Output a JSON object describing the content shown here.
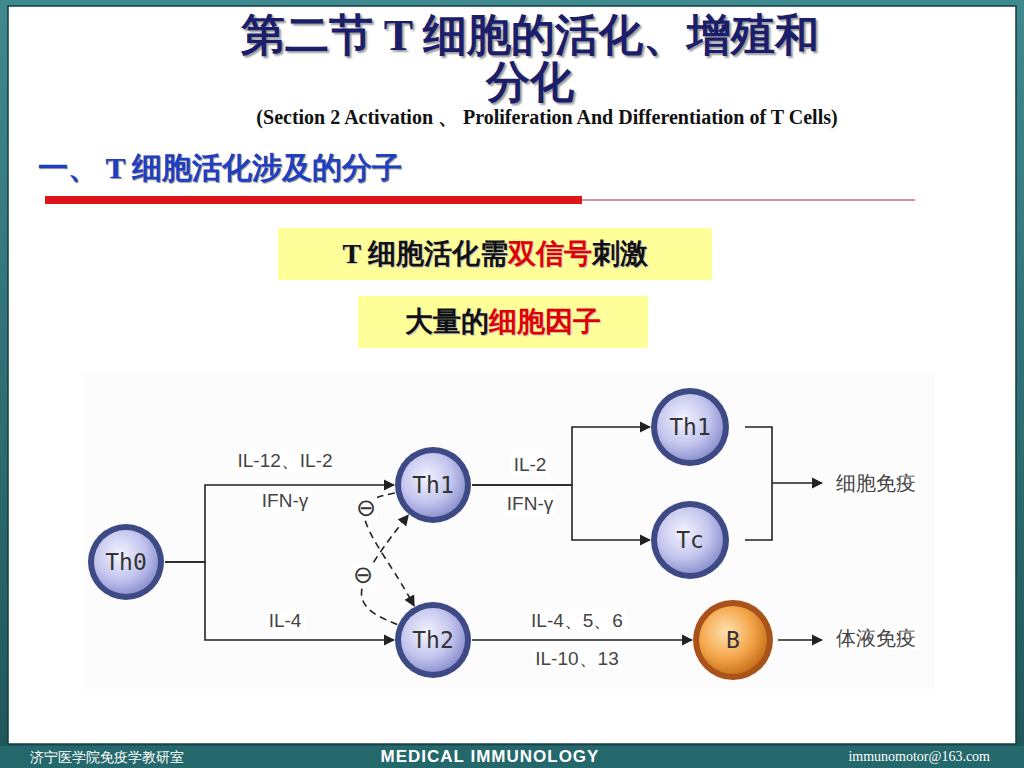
{
  "diagram": {
    "title": "第二节 T 细胞的活化、增殖和 分化",
    "nodes": [
      {
        "text": [
          "T 细胞活化需",
          "双信号",
          "刺激"
        ]
      },
      {
        "text": [
          "大量的",
          "细胞因子"
        ]
      },
      {
        "text": [
          "Th0"
        ]
      },
      {
        "text": [
          "Th1"
        ]
      },
      {
        "text": [
          "Th2"
        ]
      },
      {
        "text": [
          "Th1"
        ]
      },
      {
        "text": [
          "Tc"
        ]
      },
      {
        "text": [
          "B"
        ]
      }
    ],
    "edges": [
      {
        "from": 2,
        "to": 3,
        "label": "IL-12、IL-2",
        "arrow": "to"
      },
      {
        "from": 2,
        "to": 4,
        "label": "IL-4",
        "arrow": "to"
      },
      {
        "from": 3,
        "to": 4,
        "label": "⊖",
        "arrow": "to"
      },
      {
        "from": 4,
        "to": 3,
        "label": "⊖",
        "arrow": "to"
      },
      {
        "from": 3,
        "to": 5,
        "arrow": "to"
      },
      {
        "from": 3,
        "to": 6,
        "arrow": "to"
      },
      {
        "from": 4,
        "to": 7,
        "label": "IL-4、5、6",
        "arrow": "to"
      }
    ],
    "labels": [
      "(Section 2 Activation 、 Proliferation And Differentiation of T Cells)",
      "一、 T 细胞活化涉及的分子",
      "IFN-γ",
      "IL-2",
      "IFN-γ",
      "IL-10、13",
      "细胞免疫",
      "体液免疫",
      "济宁医学院免疫学教研室",
      "MEDICAL IMMUNOLOGY",
      "immunomotor@163.com"
    ]
  }
}
